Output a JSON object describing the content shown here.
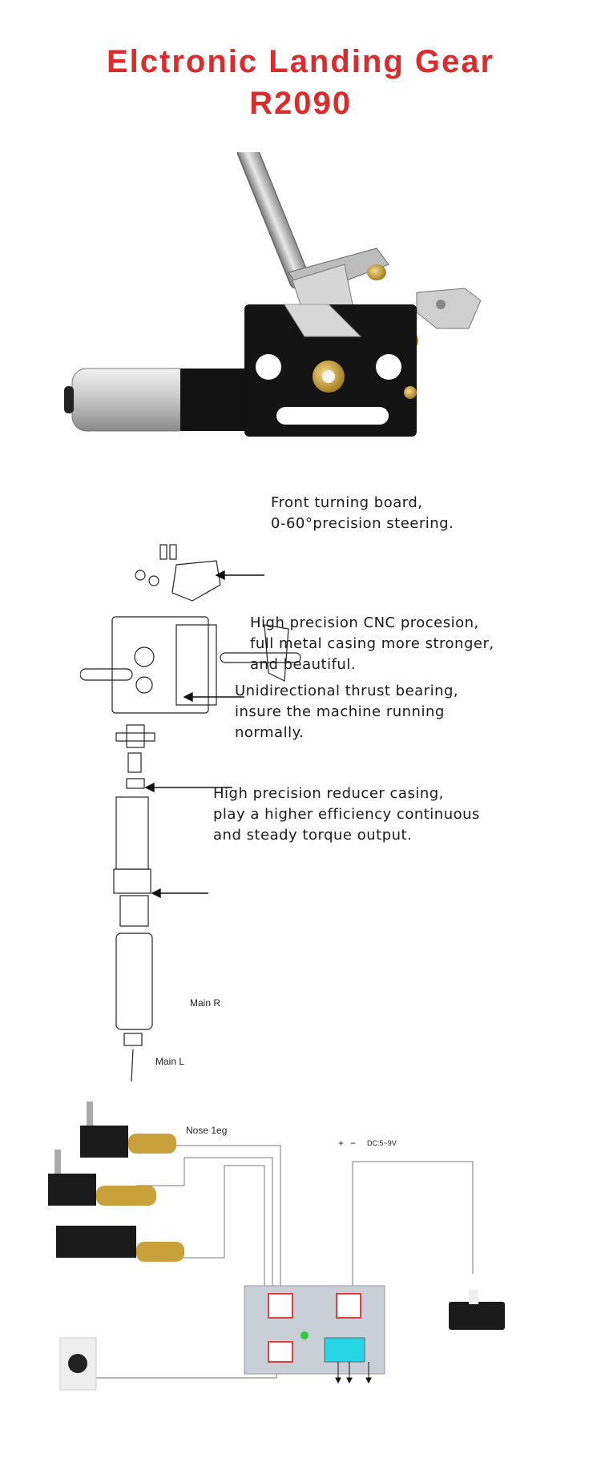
{
  "title": {
    "line1": "Elctronic Landing Gear",
    "line2": "R2090"
  },
  "callouts": [
    {
      "lines": [
        "Front turning board,",
        "0-60°precision steering."
      ]
    },
    {
      "lines": [
        "High precision CNC procesion,",
        "full metal casing more stronger,",
        "and beautiful."
      ]
    },
    {
      "lines": [
        "Unidirectional thrust bearing,",
        "insure the machine running",
        "normally."
      ]
    },
    {
      "lines": [
        "High precision reducer casing,",
        "play a higher efficiency continuous",
        "and steady torque output."
      ]
    }
  ],
  "wiring": {
    "labels": {
      "main_r": "Main R",
      "main_l": "Main L",
      "nose": "Nose 1eg",
      "plus": "+",
      "minus": "−",
      "dc": "DC:5~9V"
    }
  },
  "colors": {
    "title": "#dd2b2b",
    "metal_dark": "#141414",
    "aluminum": "#c9c9c9",
    "brass": "#c8a13a",
    "board": "#c8cfd6",
    "connector_red": "#e04040",
    "connector_cyan": "#27d6e6"
  }
}
